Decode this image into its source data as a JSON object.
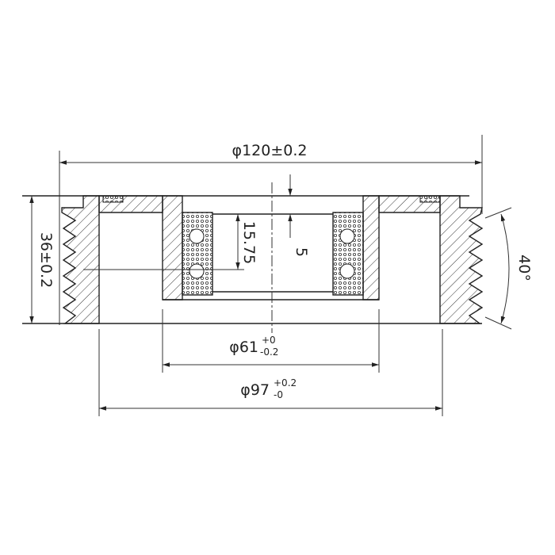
{
  "drawing": {
    "dimensions": {
      "outer_diameter": "φ120±0.2",
      "height": "36±0.2",
      "bearing_offset": "15.75",
      "top_step": "5",
      "groove_angle": "40°",
      "bore_diameter": {
        "base": "φ61",
        "upper": "+0",
        "lower": "-0.2"
      },
      "groove_diameter": {
        "base": "φ97",
        "upper": "+0.2",
        "lower": "-0"
      }
    }
  }
}
